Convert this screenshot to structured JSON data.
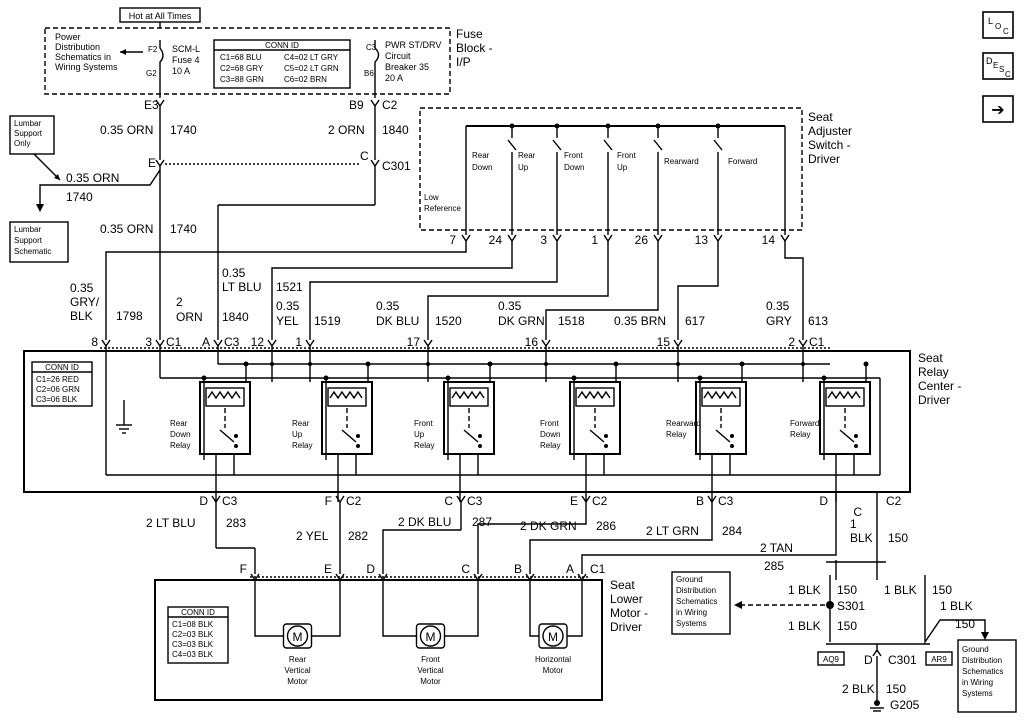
{
  "hot_at_all_times": "Hot at All Times",
  "fuse_block": {
    "power_dist": [
      "Power",
      "Distribution",
      "Schematics in",
      "Wiring Systems"
    ],
    "f2": "F2",
    "g2": "G2",
    "scm": [
      "SCM-L",
      "Fuse 4",
      "10 A"
    ],
    "conn_id_title": "CONN ID",
    "conn_id_rows": [
      [
        "C1=68 BLU",
        "C4=02 LT GRY"
      ],
      [
        "C2=68 GRY",
        "C5=02 LT GRN"
      ],
      [
        "C3=88 GRN",
        "C6=02 BRN"
      ]
    ],
    "c3": "C3",
    "b6": "B6",
    "breaker": [
      "PWR ST/DRV",
      "Circuit",
      "Breaker 35",
      "20 A"
    ],
    "title": [
      "Fuse",
      "Block -",
      "I/P"
    ]
  },
  "nav": {
    "loc": [
      "L",
      "O",
      "C"
    ],
    "desc": [
      "D",
      "E",
      "S",
      "C"
    ],
    "arrow": "➔"
  },
  "upper": {
    "e3": "E3",
    "b9": "B9",
    "c2": "C2",
    "w1": "0.35 ORN",
    "w1n": "1740",
    "w2": "2 ORN",
    "w2n": "1840",
    "e": "E",
    "c": "C",
    "c301": "C301",
    "lumbar_only": [
      "Lumbar",
      "Support",
      "Only"
    ],
    "orn_branch": "0.35 ORN",
    "orn_branch_n": "1740",
    "lumbar_schem": [
      "Lumbar",
      "Support",
      "Schematic"
    ],
    "orn_lower": "0.35 ORN",
    "orn_lower_n": "1740"
  },
  "switch": {
    "title": [
      "Seat",
      "Adjuster",
      "Switch -",
      "Driver"
    ],
    "low_ref": [
      "Low",
      "Reference"
    ],
    "labels": [
      [
        "Rear",
        "Down"
      ],
      [
        "Rear",
        "Up"
      ],
      [
        "Front",
        "Down"
      ],
      [
        "Front",
        "Up"
      ],
      [
        "Rearward"
      ],
      [
        "Forward"
      ]
    ],
    "pins": [
      "7",
      "24",
      "3",
      "1",
      "26",
      "13",
      "14"
    ]
  },
  "mid_wires": {
    "gry_blk": [
      "0.35",
      "GRY/",
      "BLK"
    ],
    "n1798": "1798",
    "orn2": [
      "2",
      "ORN"
    ],
    "n1840": "1840",
    "ltblu": [
      "0.35",
      "LT BLU"
    ],
    "n1521": "1521",
    "yel": [
      "0.35",
      "YEL"
    ],
    "n1519": "1519",
    "dkblu": [
      "0.35",
      "DK BLU"
    ],
    "n1520": "1520",
    "dkgrn": [
      "0.35",
      "DK GRN"
    ],
    "n1518": "1518",
    "brn": "0.35 BRN",
    "n617": "617",
    "gry": [
      "0.35",
      "GRY"
    ],
    "n613": "613"
  },
  "relay_pins": [
    "8",
    "3",
    "C1",
    "A",
    "C3",
    "12",
    "1",
    "17",
    "16",
    "15",
    "2",
    "C1"
  ],
  "relay_center": {
    "title": [
      "Seat",
      "Relay",
      "Center -",
      "Driver"
    ],
    "conn_id_title": "CONN ID",
    "conn_id_rows": [
      "C1=26 RED",
      "C2=06 GRN",
      "C3=06 BLK"
    ],
    "relays": [
      [
        "Rear",
        "Down",
        "Relay"
      ],
      [
        "Rear",
        "Up",
        "Relay"
      ],
      [
        "Front",
        "Up",
        "Relay"
      ],
      [
        "Front",
        "Down",
        "Relay"
      ],
      [
        "Rearward",
        "Relay"
      ],
      [
        "Forward",
        "Relay"
      ]
    ]
  },
  "lower_pins": [
    "D",
    "C3",
    "F",
    "C2",
    "C",
    "C3",
    "E",
    "C2",
    "B",
    "C3",
    "D",
    "C",
    "C2"
  ],
  "lower_wires": {
    "w283": "2 LT BLU",
    "n283": "283",
    "w282": "2 YEL",
    "n282": "282",
    "w287": "2 DK BLU",
    "n287": "287",
    "w286": "2 DK GRN",
    "n286": "286",
    "w284": "2 LT GRN",
    "n284": "284",
    "w285": "2 TAN",
    "n285": "285",
    "w1blk": [
      "1",
      "BLK"
    ],
    "n150": "150"
  },
  "motor_pins": [
    "F",
    "E",
    "D",
    "C",
    "B",
    "A",
    "C1"
  ],
  "motor": {
    "title": [
      "Seat",
      "Lower",
      "Motor -",
      "Driver"
    ],
    "conn_id_title": "CONN ID",
    "conn_id_rows": [
      "C1=08 BLK",
      "C2=03 BLK",
      "C3=03 BLK",
      "C4=03 BLK"
    ],
    "m": "M",
    "motors": [
      [
        "Rear",
        "Vertical",
        "Motor"
      ],
      [
        "Front",
        "Vertical",
        "Motor"
      ],
      [
        "Horizontal",
        "Motor"
      ]
    ]
  },
  "ground": {
    "gd_left": [
      "Ground",
      "Distribution",
      "Schematics",
      "in Wiring",
      "Systems"
    ],
    "blk1": "1 BLK",
    "n150a": "150",
    "blk2": "1 BLK",
    "n150b": "150",
    "s301": "S301",
    "blk3": "1 BLK",
    "n150c": "150",
    "blk4": "1 BLK",
    "n150d": "150",
    "aq9": "AQ9",
    "ar9": "AR9",
    "d": "D",
    "c301": "C301",
    "blk2w": "2 BLK",
    "n150e": "150",
    "g205": "G205",
    "gd_right": [
      "Ground",
      "Distribution",
      "Schematics",
      "in Wiring",
      "Systems"
    ]
  }
}
